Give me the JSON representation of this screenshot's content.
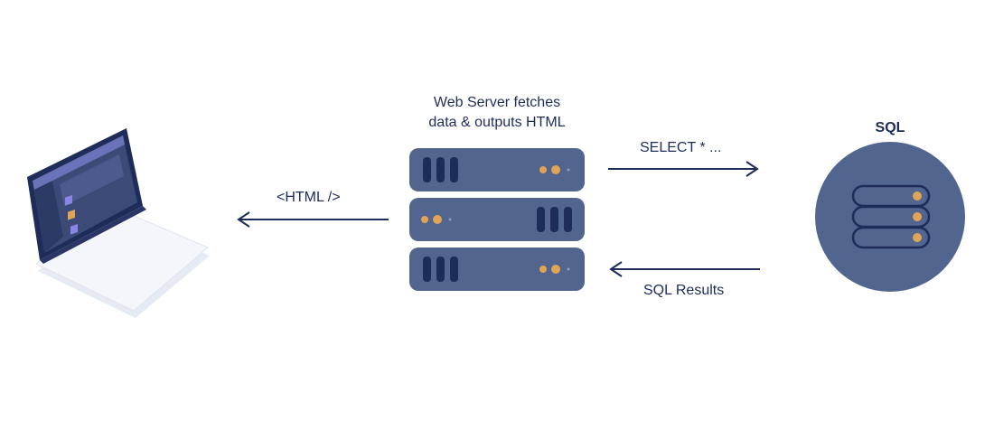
{
  "server": {
    "caption_line1": "Web Server fetches",
    "caption_line2": "data & outputs HTML"
  },
  "arrows": {
    "select": "SELECT * ...",
    "results": "SQL Results",
    "html": "<HTML />"
  },
  "database": {
    "title": "SQL"
  },
  "colors": {
    "navy": "#1e2c5a",
    "slate": "#52658f",
    "orange": "#e0a454",
    "laptop_screen_accent": "#8a86e6",
    "laptop_body": "#f0f2f8"
  }
}
